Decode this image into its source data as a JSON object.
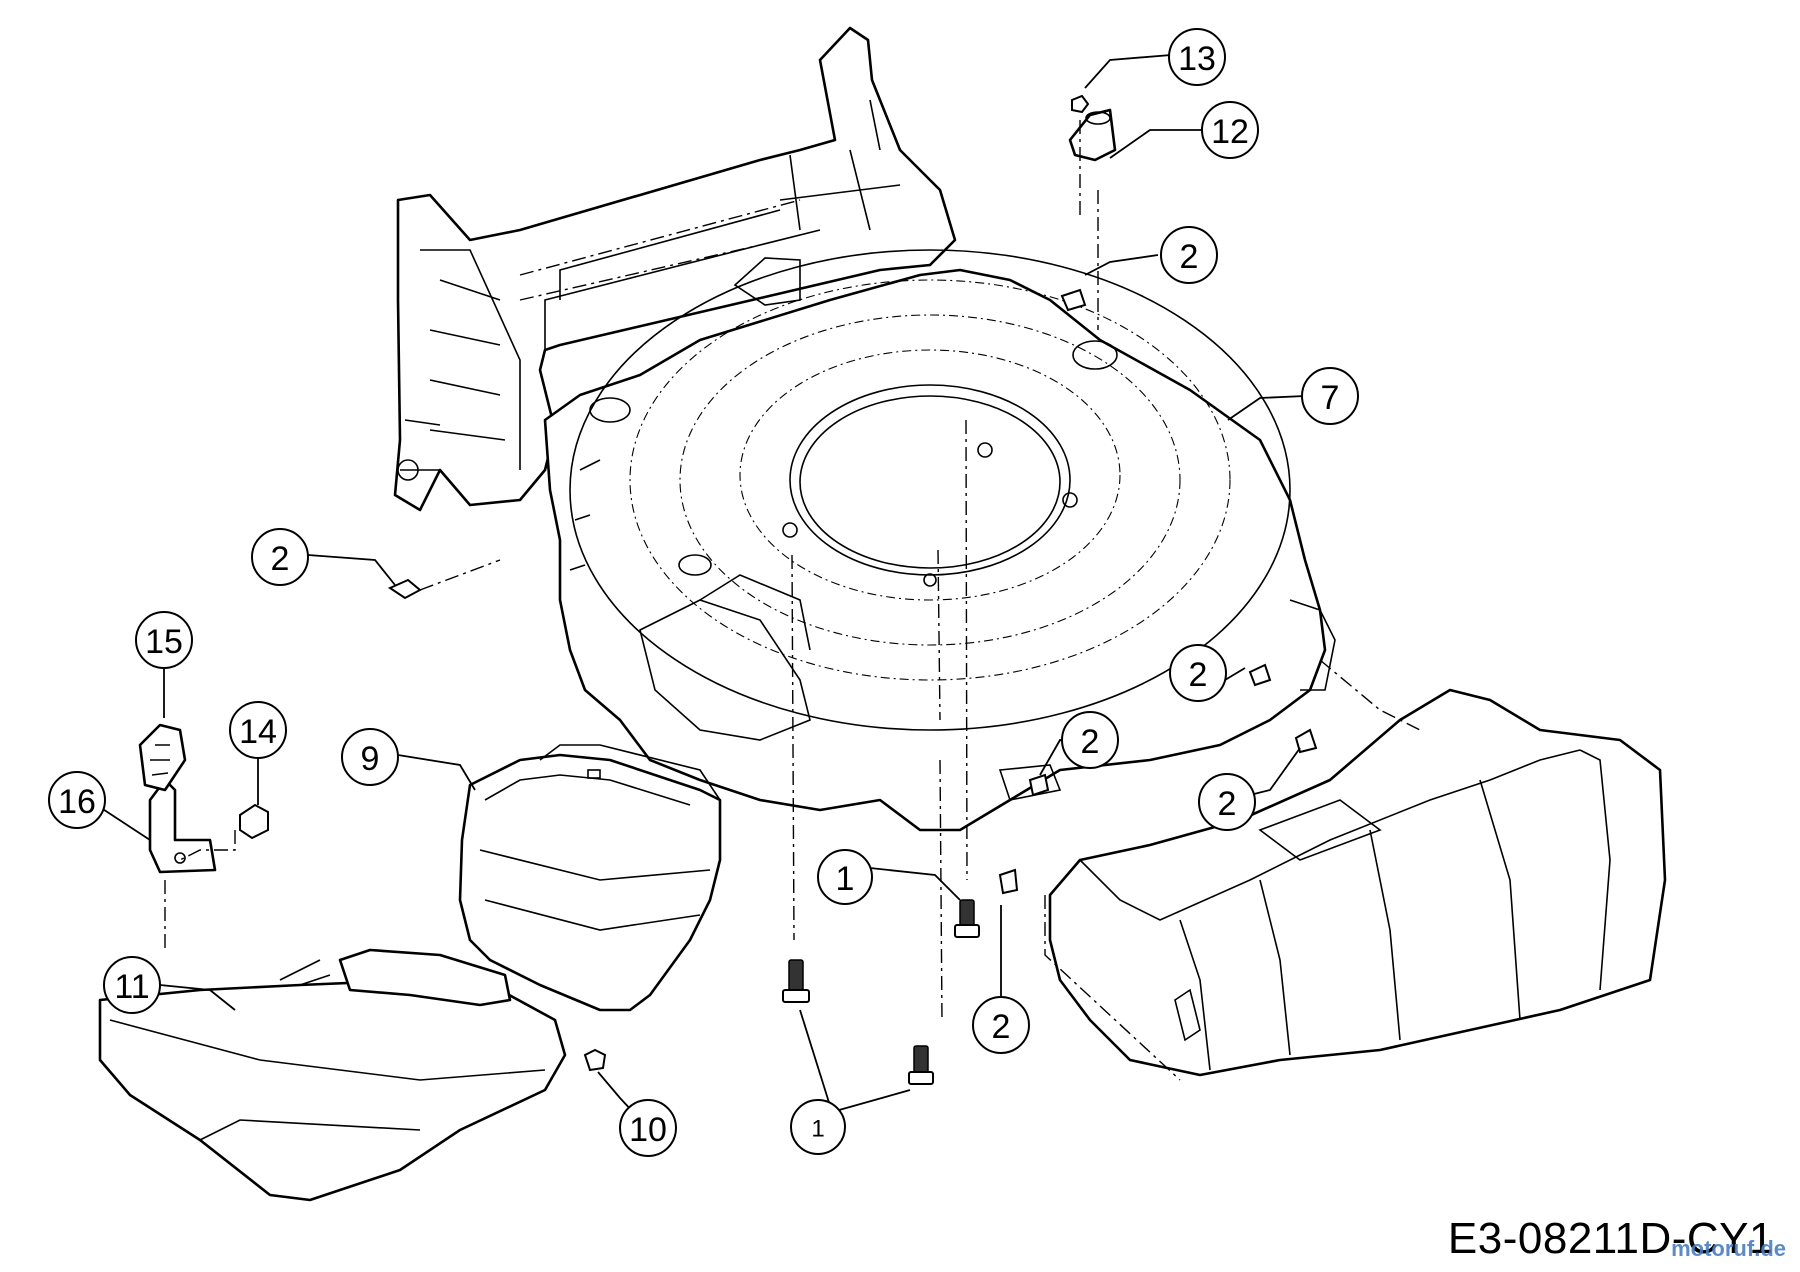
{
  "diagram_code": "E3-08211D-CY1",
  "watermark": "motoruf.de",
  "callouts": [
    {
      "id": "c1a",
      "label": "1"
    },
    {
      "id": "c1b",
      "label": "1"
    },
    {
      "id": "c2a",
      "label": "2"
    },
    {
      "id": "c2b",
      "label": "2"
    },
    {
      "id": "c2c",
      "label": "2"
    },
    {
      "id": "c2d",
      "label": "2"
    },
    {
      "id": "c2e",
      "label": "2"
    },
    {
      "id": "c2f",
      "label": "2"
    },
    {
      "id": "c7",
      "label": "7"
    },
    {
      "id": "c9",
      "label": "9"
    },
    {
      "id": "c10",
      "label": "10"
    },
    {
      "id": "c11",
      "label": "11"
    },
    {
      "id": "c12",
      "label": "12"
    },
    {
      "id": "c13",
      "label": "13"
    },
    {
      "id": "c14",
      "label": "14"
    },
    {
      "id": "c15",
      "label": "15"
    },
    {
      "id": "c16",
      "label": "16"
    }
  ]
}
